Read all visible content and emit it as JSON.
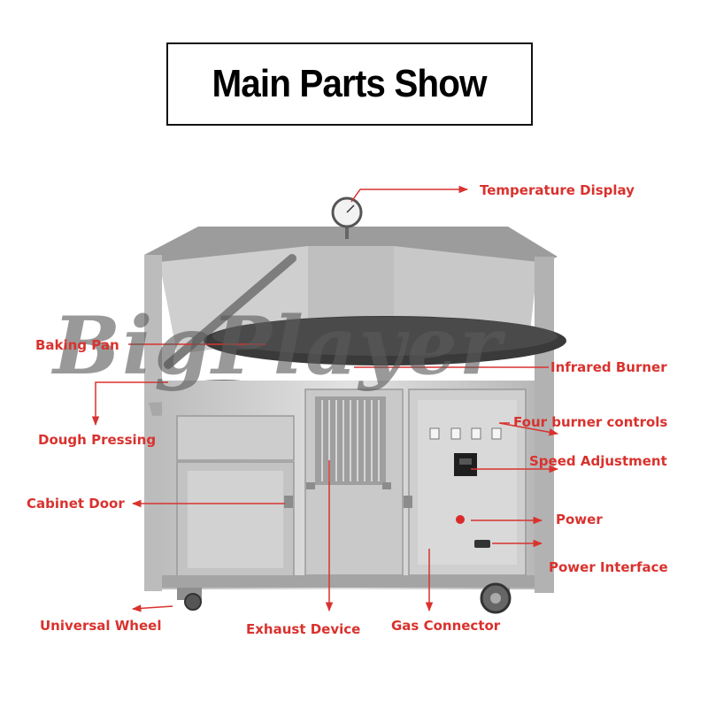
{
  "title": "Main Parts Show",
  "watermark": "BigPlayer",
  "labels": {
    "temperature_display": "Temperature Display",
    "baking_pan": "Baking Pan",
    "infrared_burner": "Infrared Burner",
    "dough_pressing": "Dough Pressing",
    "four_burner_controls": "Four burner controls",
    "speed_adjustment": "Speed Adjustment",
    "cabinet_door": "Cabinet Door",
    "power": "Power",
    "power_interface": "Power Interface",
    "universal_wheel": "Universal Wheel",
    "exhaust_device": "Exhaust Device",
    "gas_connector": "Gas Connector"
  },
  "colors": {
    "label_red": "#d9322e",
    "steel_light": "#d4d4d4",
    "steel_mid": "#b4b4b4",
    "steel_dark": "#8a8a8a"
  }
}
